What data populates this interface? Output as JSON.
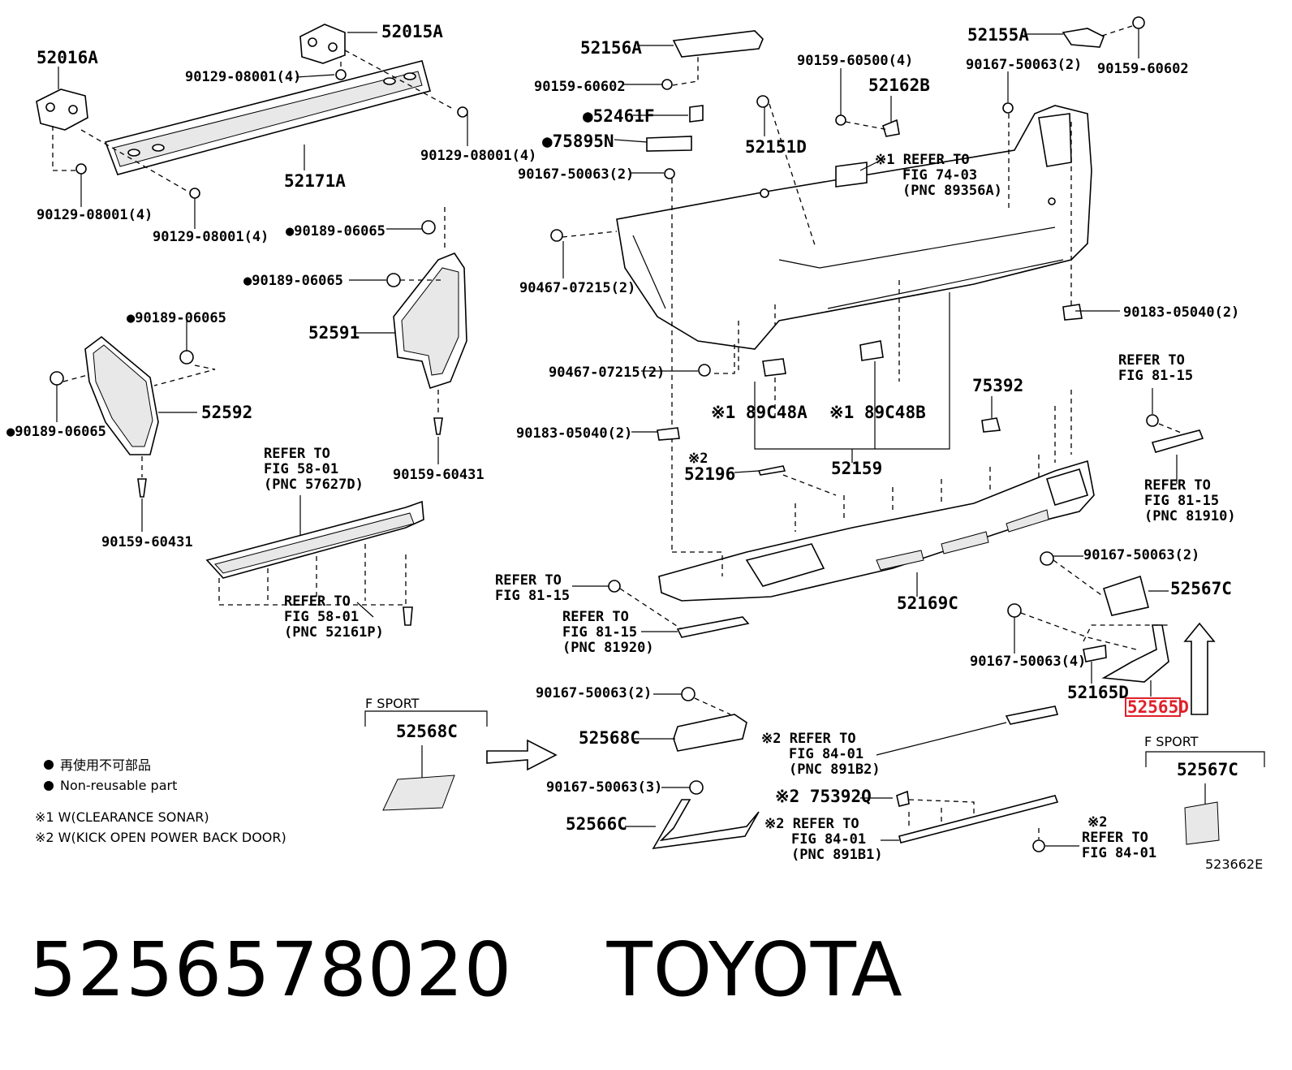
{
  "labels": {
    "l52016A": "52016A",
    "l52015A": "52015A",
    "l90129_a": "90129-08001(4)",
    "l90129_b": "90129-08001(4)",
    "l90129_c": "90129-08001(4)",
    "l90129_d": "90129-08001(4)",
    "l52171A": "52171A",
    "l52156A": "52156A",
    "l90159_60602_a": "90159-60602",
    "l52461F": "●52461F",
    "l75895N": "●75895N",
    "l90167_a": "90167-50063(2)",
    "l90159_60500": "90159-60500(4)",
    "l52162B": "52162B",
    "l52151D": "52151D",
    "lRefer7403_1": "※1 REFER TO",
    "lRefer7403_2": "FIG 74-03",
    "lRefer7403_3": "(PNC 89356A)",
    "l52155A": "52155A",
    "l90167_b": "90167-50063(2)",
    "l90159_60602_b": "90159-60602",
    "l90189_a": "●90189-06065",
    "l90189_b": "●90189-06065",
    "l90189_c": "●90189-06065",
    "l90189_d": "●90189-06065",
    "l52591": "52591",
    "l52592": "52592",
    "l90467_a": "90467-07215(2)",
    "l90467_b": "90467-07215(2)",
    "l90183_a": "90183-05040(2)",
    "l90183_b": "90183-05040(2)",
    "l89C48A": "※1 89C48A",
    "l89C48B": "※1 89C48B",
    "l75392": "75392",
    "l52159": "52159",
    "l52196a": "※2",
    "l52196b": "52196",
    "l90159_60431_a": "90159-60431",
    "l90159_60431_b": "90159-60431",
    "lRefer5801a_1": "REFER TO",
    "lRefer5801a_2": "FIG 58-01",
    "lRefer5801a_3": "(PNC 57627D)",
    "lRefer5801b_1": "REFER TO",
    "lRefer5801b_2": "FIG 58-01",
    "lRefer5801b_3": "(PNC 52161P)",
    "lRefer8115a_1": "REFER TO",
    "lRefer8115a_2": "FIG 81-15",
    "lRefer8115b_1": "REFER TO",
    "lRefer8115b_2": "FIG 81-15",
    "lRefer8115b_3": "(PNC 81920)",
    "lRefer8115c_1": "REFER TO",
    "lRefer8115c_2": "FIG 81-15",
    "lRefer8115d_1": "REFER TO",
    "lRefer8115d_2": "FIG 81-15",
    "lRefer8115d_3": "(PNC 81910)",
    "l52169C": "52169C",
    "l90167_c": "90167-50063(2)",
    "l52567C": "52567C",
    "l90167_d": "90167-50063(4)",
    "l52165D": "52165D",
    "l52565D": "52565D",
    "l90167_e": "90167-50063(2)",
    "l52568C_a": "52568C",
    "l52568C_b": "52568C",
    "lFsport1": "F SPORT",
    "lFsport2": "F SPORT",
    "lRefer8401a_1": "※2 REFER TO",
    "lRefer8401a_2": "FIG 84-01",
    "lRefer8401a_3": "(PNC 891B2)",
    "l90167_f": "90167-50063(3)",
    "l52566C": "52566C",
    "l75392Q": "※2 75392Q",
    "lRefer8401b_1": "※2 REFER TO",
    "lRefer8401b_2": "FIG 84-01",
    "lRefer8401b_3": "(PNC 891B1)",
    "lRefer8401c_0": "※2",
    "lRefer8401c_1": "REFER TO",
    "lRefer8401c_2": "FIG 84-01",
    "l52567C_b": "52567C",
    "legend_jp": "再使用不可部品",
    "legend_en": "Non-reusable part",
    "note1": "※1 W(CLEARANCE SONAR)",
    "note2": "※2 W(KICK OPEN POWER BACK DOOR)",
    "diagram_id": "523662E"
  },
  "highlight": {
    "part_number": "52565D",
    "color": "#e0202a"
  },
  "footer": {
    "part_number": "5256578020",
    "brand": "TOYOTA"
  }
}
